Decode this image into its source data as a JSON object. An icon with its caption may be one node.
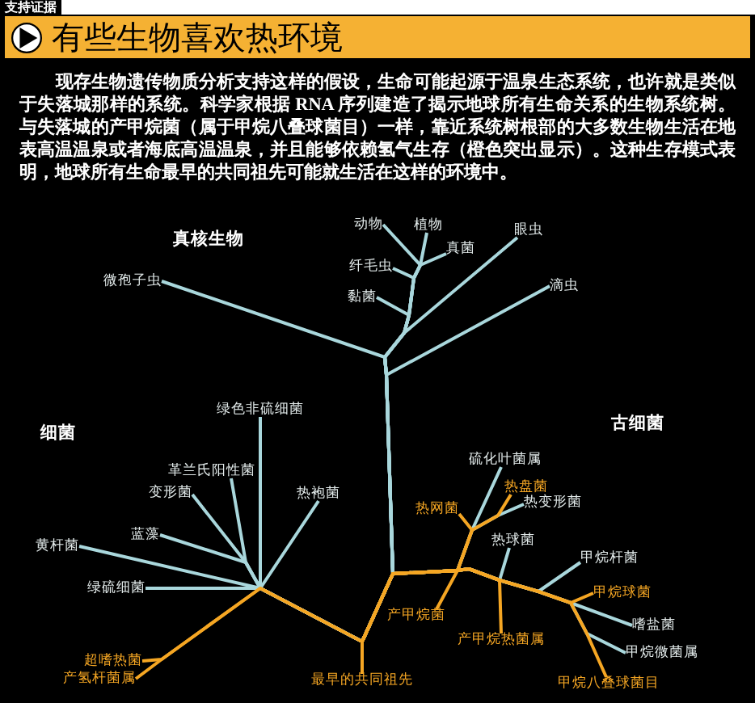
{
  "diagram": {
    "title": "有些生物喜欢热环境",
    "nodes": [
      {
        "text": [
          "动物"
        ]
      },
      {
        "text": [
          "植物"
        ]
      },
      {
        "text": [
          "眼虫"
        ]
      },
      {
        "text": [
          "真菌"
        ]
      },
      {
        "text": [
          "纤毛虫"
        ]
      },
      {
        "text": [
          "微孢子虫"
        ]
      },
      {
        "text": [
          "滴虫"
        ]
      },
      {
        "text": [
          "黏菌"
        ]
      },
      {
        "text": [
          "绿色非硫细菌"
        ]
      },
      {
        "text": [
          "革兰氏阳性菌"
        ]
      },
      {
        "text": [
          "变形菌"
        ]
      },
      {
        "text": [
          "热袍菌"
        ]
      },
      {
        "text": [
          "蓝藻"
        ]
      },
      {
        "text": [
          "黄杆菌"
        ]
      },
      {
        "text": [
          "绿硫细菌"
        ]
      },
      {
        "text": [
          "超嗜热菌"
        ]
      },
      {
        "text": [
          "产氢杆菌属"
        ]
      },
      {
        "text": [
          "硫化叶菌属"
        ]
      },
      {
        "text": [
          "热盘菌"
        ]
      },
      {
        "text": [
          "热变形菌"
        ]
      },
      {
        "text": [
          "热网菌"
        ]
      },
      {
        "text": [
          "热球菌"
        ]
      },
      {
        "text": [
          "甲烷杆菌"
        ]
      },
      {
        "text": [
          "甲烷球菌"
        ]
      },
      {
        "text": [
          "产甲烷菌"
        ]
      },
      {
        "text": [
          "嗜盐菌"
        ]
      },
      {
        "text": [
          "产甲烷热菌属"
        ]
      },
      {
        "text": [
          "甲烷微菌属"
        ]
      },
      {
        "text": [
          "甲烷八叠球菌目"
        ]
      },
      {
        "text": [
          "最早的共同祖先"
        ]
      }
    ],
    "edges": [
      {
        "from": 29,
        "to": 0,
        "arrow": "none"
      },
      {
        "from": 29,
        "to": 1,
        "arrow": "none"
      },
      {
        "from": 29,
        "to": 2,
        "arrow": "none"
      },
      {
        "from": 29,
        "to": 3,
        "arrow": "none"
      },
      {
        "from": 29,
        "to": 4,
        "arrow": "none"
      },
      {
        "from": 29,
        "to": 5,
        "arrow": "none"
      },
      {
        "from": 29,
        "to": 6,
        "arrow": "none"
      },
      {
        "from": 29,
        "to": 7,
        "arrow": "none"
      },
      {
        "from": 29,
        "to": 8,
        "arrow": "none"
      },
      {
        "from": 29,
        "to": 9,
        "arrow": "none"
      },
      {
        "from": 29,
        "to": 10,
        "arrow": "none"
      },
      {
        "from": 29,
        "to": 11,
        "arrow": "none"
      },
      {
        "from": 29,
        "to": 12,
        "arrow": "none"
      },
      {
        "from": 29,
        "to": 13,
        "arrow": "none"
      },
      {
        "from": 29,
        "to": 14,
        "arrow": "none"
      },
      {
        "from": 29,
        "to": 15,
        "arrow": "none",
        "color": "#f5a623"
      },
      {
        "from": 29,
        "to": 16,
        "arrow": "none",
        "color": "#f5a623"
      },
      {
        "from": 29,
        "to": 17,
        "arrow": "none"
      },
      {
        "from": 29,
        "to": 18,
        "arrow": "none",
        "color": "#f5a623"
      },
      {
        "from": 29,
        "to": 19,
        "arrow": "none"
      },
      {
        "from": 29,
        "to": 20,
        "arrow": "none",
        "color": "#f5a623"
      },
      {
        "from": 29,
        "to": 21,
        "arrow": "none"
      },
      {
        "from": 29,
        "to": 22,
        "arrow": "none"
      },
      {
        "from": 29,
        "to": 23,
        "arrow": "none",
        "color": "#f5a623"
      },
      {
        "from": 29,
        "to": 24,
        "arrow": "none",
        "color": "#f5a623"
      },
      {
        "from": 29,
        "to": 25,
        "arrow": "none"
      },
      {
        "from": 29,
        "to": 26,
        "arrow": "none",
        "color": "#f5a623"
      },
      {
        "from": 29,
        "to": 27,
        "arrow": "none"
      },
      {
        "from": 29,
        "to": 28,
        "arrow": "none",
        "color": "#f5a623"
      }
    ],
    "labels": [
      "支持证据",
      "现存生物遗传物质分析支持这样的假设，生命可能起源于温泉生态系统，也许就是类似于失落城那样的系统。科学家根据 RNA 序列建造了揭示地球所有生命关系的生物系统树。与失落城的产甲烷菌（属于甲烷八叠球菌目）一样，靠近系统树根部的大多数生物生活在地表高温温泉或者海底高温温泉，并且能够依赖氢气生存（橙色突出显示）。这种生存模式表明，地球所有生命最早的共同祖先可能就生活在这样的环境中。",
      "真核生物",
      "细菌",
      "古细菌"
    ]
  }
}
